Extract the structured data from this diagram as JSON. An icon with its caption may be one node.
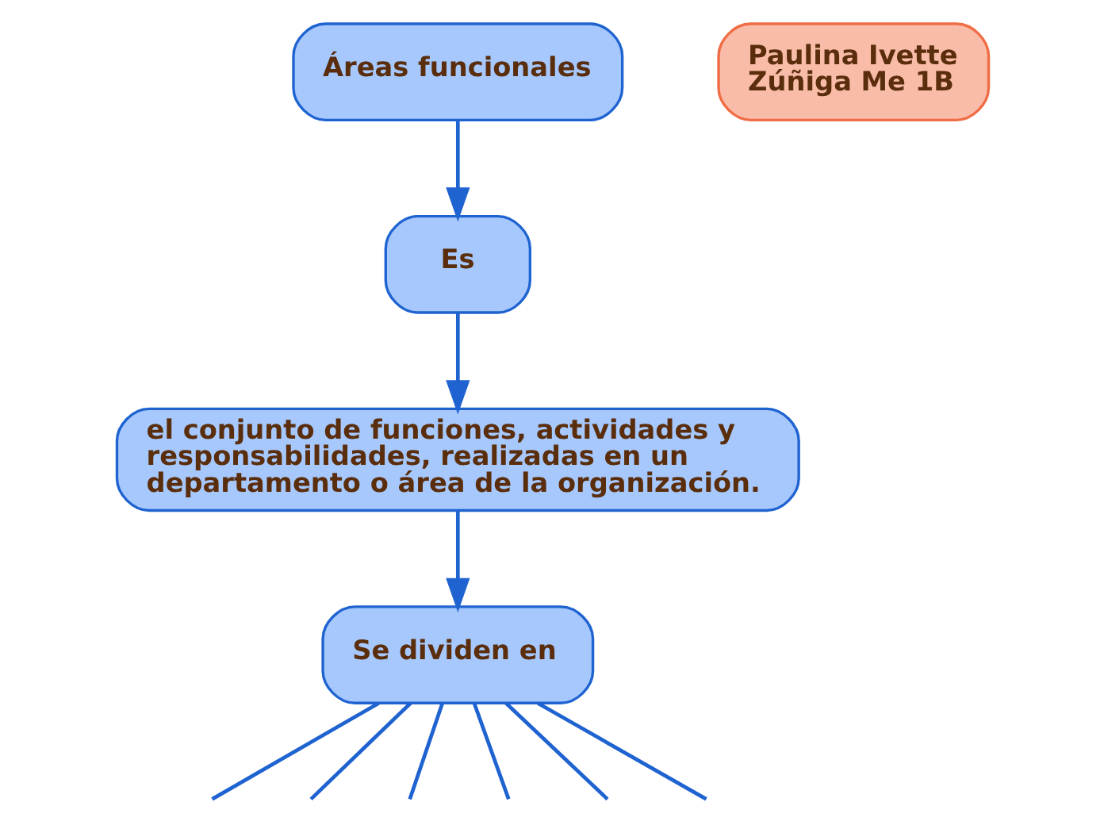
{
  "diagram": {
    "nodes": [
      {
        "text": [
          "Áreas funcionales"
        ]
      },
      {
        "text": [
          "Es"
        ]
      },
      {
        "text": [
          "el conjunto de funciones, actividades y responsabilidades, realizadas en un departamento o área de la organización."
        ]
      },
      {
        "text": [
          "Se dividen en"
        ]
      },
      {
        "text": [
          "Paulina Ivette Zúñiga Me 1B"
        ]
      }
    ],
    "edges": [
      {
        "from": 0,
        "to": 1,
        "arrow": "to"
      },
      {
        "from": 1,
        "to": 2,
        "arrow": "to"
      },
      {
        "from": 2,
        "to": 3,
        "arrow": "to"
      },
      {
        "from": 3,
        "to": null,
        "arrow": "none"
      },
      {
        "from": 3,
        "to": null,
        "arrow": "none"
      },
      {
        "from": 3,
        "to": null,
        "arrow": "none"
      },
      {
        "from": 3,
        "to": null,
        "arrow": "none"
      },
      {
        "from": 3,
        "to": null,
        "arrow": "none"
      },
      {
        "from": 3,
        "to": null,
        "arrow": "none"
      }
    ]
  }
}
